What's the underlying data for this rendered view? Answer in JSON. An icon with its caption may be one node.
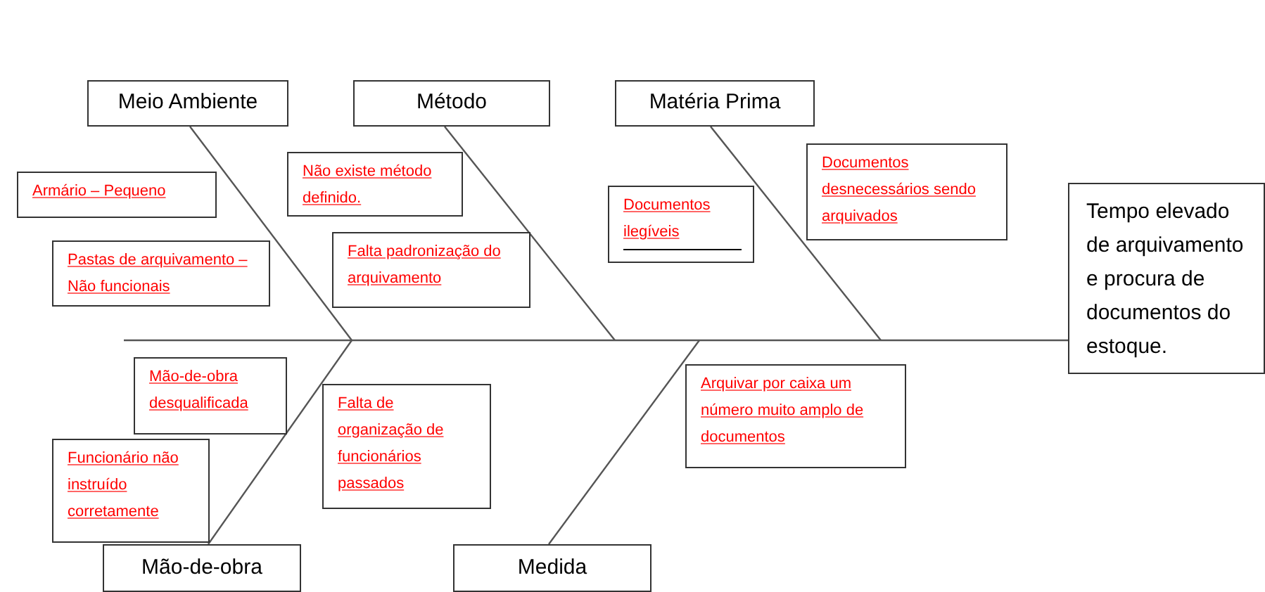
{
  "diagram": {
    "nodes": [
      {
        "text": [
          "Meio Ambiente"
        ]
      },
      {
        "text": [
          "Método"
        ]
      },
      {
        "text": [
          "Matéria Prima"
        ]
      },
      {
        "text": [
          "Mão-de-obra"
        ]
      },
      {
        "text": [
          "Medida"
        ]
      },
      {
        "text": [
          "Tempo elevado de arquivamento e procura de documentos do estoque."
        ]
      },
      {
        "text": [
          "Armário – Pequeno"
        ]
      },
      {
        "text": [
          "Pastas de arquivamento – Não funcionais"
        ]
      },
      {
        "text": [
          "Não existe método definido."
        ]
      },
      {
        "text": [
          "Falta padronização do arquivamento"
        ]
      },
      {
        "text": [
          "Documentos ilegíveis"
        ]
      },
      {
        "text": [
          "Documentos desnecessários sendo arquivados"
        ]
      },
      {
        "text": [
          "Mão-de-obra desqualificada"
        ]
      },
      {
        "text": [
          "Funcionário não instruído corretamente"
        ]
      },
      {
        "text": [
          "Falta de organização de funcionários passados"
        ]
      },
      {
        "text": [
          "Arquivar por caixa um número muito amplo de documentos"
        ]
      }
    ],
    "edges": [
      {
        "from": null,
        "to": 5,
        "arrow": "none"
      },
      {
        "from": 0,
        "to": null,
        "arrow": "none"
      },
      {
        "from": 1,
        "to": null,
        "arrow": "none"
      },
      {
        "from": 2,
        "to": null,
        "arrow": "none"
      },
      {
        "from": 3,
        "to": null,
        "arrow": "none"
      },
      {
        "from": 4,
        "to": null,
        "arrow": "none"
      }
    ]
  }
}
